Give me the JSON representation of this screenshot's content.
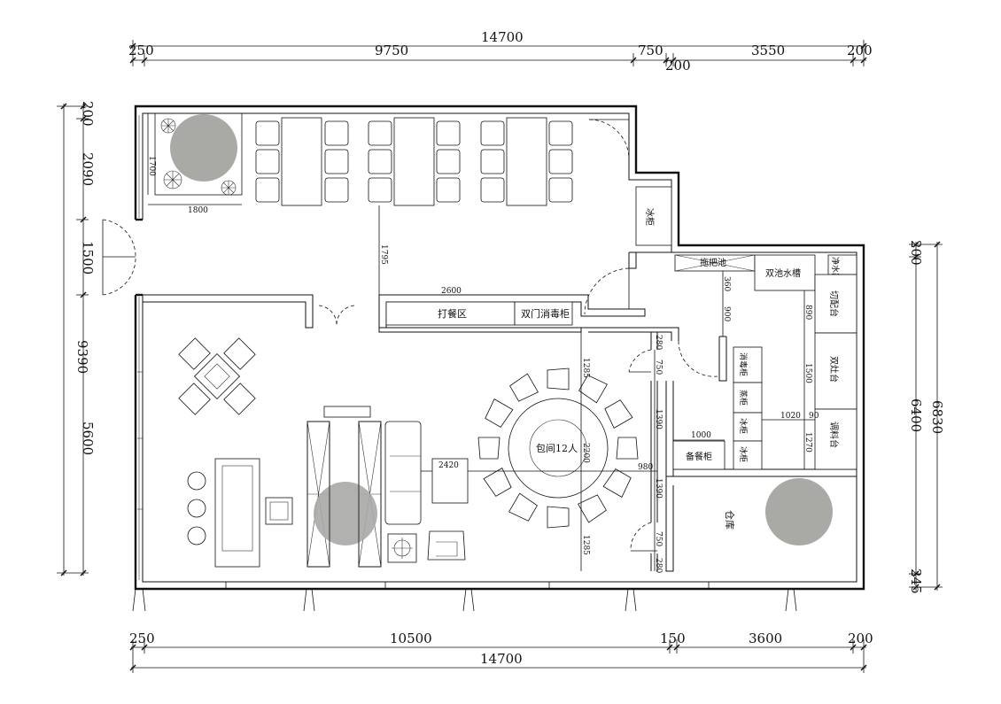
{
  "dimensions": {
    "top": {
      "total": "14700",
      "segments": [
        "250",
        "9750",
        "750",
        "3550",
        "200"
      ],
      "extra": "200"
    },
    "bottom": {
      "total": "14700",
      "segments": [
        "250",
        "10500",
        "150",
        "3600",
        "200"
      ]
    },
    "left": {
      "total": "9390",
      "segments": [
        "200",
        "2090",
        "1500",
        "5600"
      ]
    },
    "right": {
      "total": "6830",
      "inner": "6400",
      "segments": [
        "200",
        "245"
      ]
    },
    "interior": {
      "planter_w": "1800",
      "planter_h": "1700",
      "aisle": "1795",
      "serving_w": "2600",
      "d_360": "360",
      "d_900": "900",
      "d_890": "890",
      "d_1500": "1500",
      "d_1270": "1270",
      "d_1020": "1020",
      "d_90": "90",
      "d_1000": "1000",
      "d_980": "980",
      "d_2420": "2420",
      "d_2200": "2200",
      "d_1285a": "1285",
      "d_1390a": "1390",
      "d_1390b": "1390",
      "d_1285b": "1285",
      "d_750a": "750",
      "d_750b": "750",
      "d_280a": "280",
      "d_280b": "280"
    }
  },
  "labels": {
    "fridge_top": "冰柜",
    "cleaning_sink": "拖把池",
    "double_sink": "双池水槽",
    "water_purifier": "净水器",
    "prep_table": "切配台",
    "stove": "双灶台",
    "seasoning": "调料台",
    "sterilizer": "消毒柜",
    "steamer": "蒸柜",
    "fridge_a": "冰柜",
    "fridge_b": "冰柜",
    "serving_area": "打餐区",
    "double_sterilizer": "双门消毒柜",
    "pantry_cabinet": "备餐柜",
    "private_room": "包间12人",
    "storage": "仓库"
  }
}
